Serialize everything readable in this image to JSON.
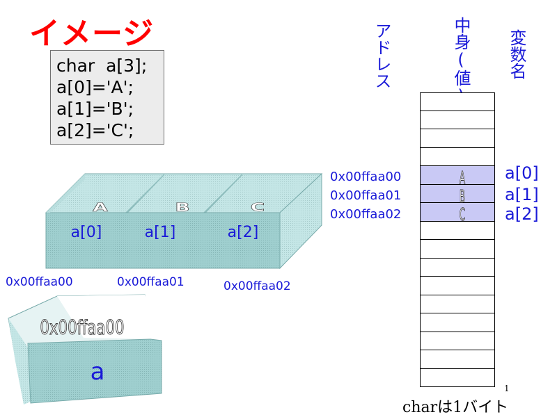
{
  "title": "イメージ",
  "code_lines": [
    "char  a[3];",
    "a[0]='A';",
    "a[1]='B';",
    "a[2]='C';"
  ],
  "box3d": {
    "letters": [
      "A",
      "B",
      "C"
    ],
    "labels": [
      "a[0]",
      "a[1]",
      "a[2]"
    ],
    "addresses": [
      "0x00ffaa00",
      "0x00ffaa01",
      "0x00ffaa02"
    ]
  },
  "pointer_box": {
    "content": "0x00ffaa00",
    "label": "a"
  },
  "memory": {
    "headers": {
      "address": "アドレス",
      "value": "中身(値)",
      "variable": "変数名"
    },
    "cells_total": 16,
    "highlight_start": 4,
    "rows": [
      {
        "address": "0x00ffaa00",
        "value": "A",
        "variable": "a[0]"
      },
      {
        "address": "0x00ffaa01",
        "value": "B",
        "variable": "a[1]"
      },
      {
        "address": "0x00ffaa02",
        "value": "C",
        "variable": "a[2]"
      }
    ]
  },
  "page_number": "1",
  "footer_note": "charは1バイト",
  "colors": {
    "title": "#ff0000",
    "label": "#1a1ad8",
    "box": "#98cccc",
    "highlight": "#c9c9f5"
  }
}
